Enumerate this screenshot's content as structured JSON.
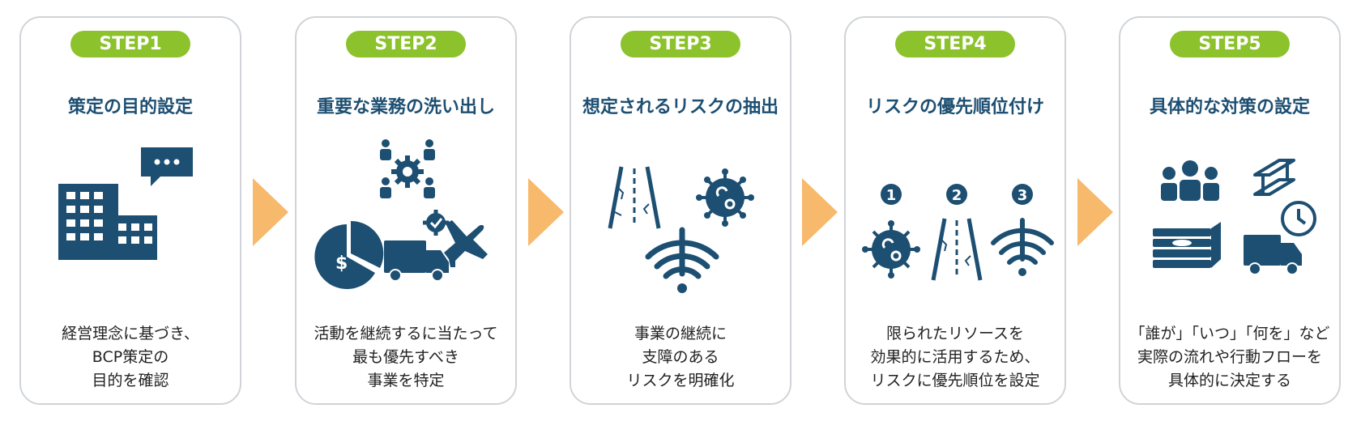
{
  "colors": {
    "accent": "#8cc22c",
    "icon": "#1d4f72",
    "arrow": "#f7b96c",
    "border": "#d0d4d8"
  },
  "steps": [
    {
      "badge": "STEP1",
      "title": "策定の目的設定",
      "desc": [
        "経営理念に基づき、",
        "BCP策定の",
        "目的を確認"
      ],
      "icons": [
        "office-building-icon",
        "speech-bubble-icon"
      ]
    },
    {
      "badge": "STEP2",
      "title": "重要な業務の洗い出し",
      "desc": [
        "活動を継続するに当たって",
        "最も優先すべき",
        "事業を特定"
      ],
      "icons": [
        "team-gear-icon",
        "pie-chart-dollar-icon",
        "delivery-truck-icon",
        "airplane-icon",
        "gear-check-icon"
      ]
    },
    {
      "badge": "STEP3",
      "title": "想定されるリスクの抽出",
      "desc": [
        "事業の継続に",
        "支障のある",
        "リスクを明確化"
      ],
      "icons": [
        "cracked-road-icon",
        "virus-icon",
        "wifi-disconnected-icon"
      ]
    },
    {
      "badge": "STEP4",
      "title": "リスクの優先順位付け",
      "desc": [
        "限られたリソースを",
        "効果的に活用するため、",
        "リスクに優先順位を設定"
      ],
      "ranks": [
        "1",
        "2",
        "3"
      ],
      "icons": [
        "virus-icon",
        "cracked-road-icon",
        "wifi-disconnected-icon"
      ]
    },
    {
      "badge": "STEP5",
      "title": "具体的な対策の設定",
      "desc": [
        "「誰が」「いつ」「何を」など",
        "実際の流れや行動フローを",
        "具体的に決定する"
      ],
      "icons": [
        "people-group-icon",
        "steel-beam-icon",
        "money-stack-icon",
        "truck-clock-icon"
      ]
    }
  ]
}
